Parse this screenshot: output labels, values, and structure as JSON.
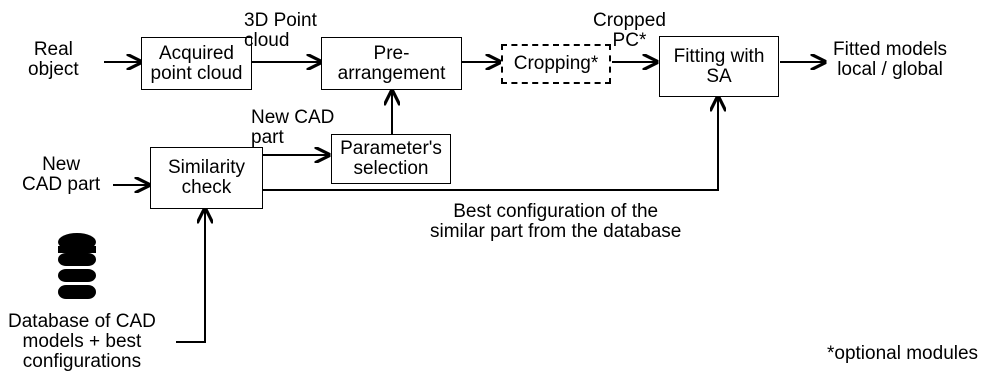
{
  "inputs": {
    "real_object": "Real\nobject",
    "new_cad_part": "New\nCAD part",
    "database": "Database of CAD\nmodels + best\nconfigurations"
  },
  "boxes": {
    "acquired": "Acquired\npoint cloud",
    "prearrangement": "Pre-\narrangement",
    "cropping": "Cropping*",
    "fitting": "Fitting with\nSA",
    "similarity": "Similarity\ncheck",
    "parameters": "Parameter's\nselection"
  },
  "edge_labels": {
    "point_cloud": "3D Point\ncloud",
    "cropped_pc": "Cropped\nPC*",
    "new_cad_part": "New CAD\npart",
    "best_config": "Best configuration of the\nsimilar part from the database"
  },
  "output": "Fitted models\nlocal / global",
  "footnote": "*optional modules",
  "icon": "database-icon"
}
